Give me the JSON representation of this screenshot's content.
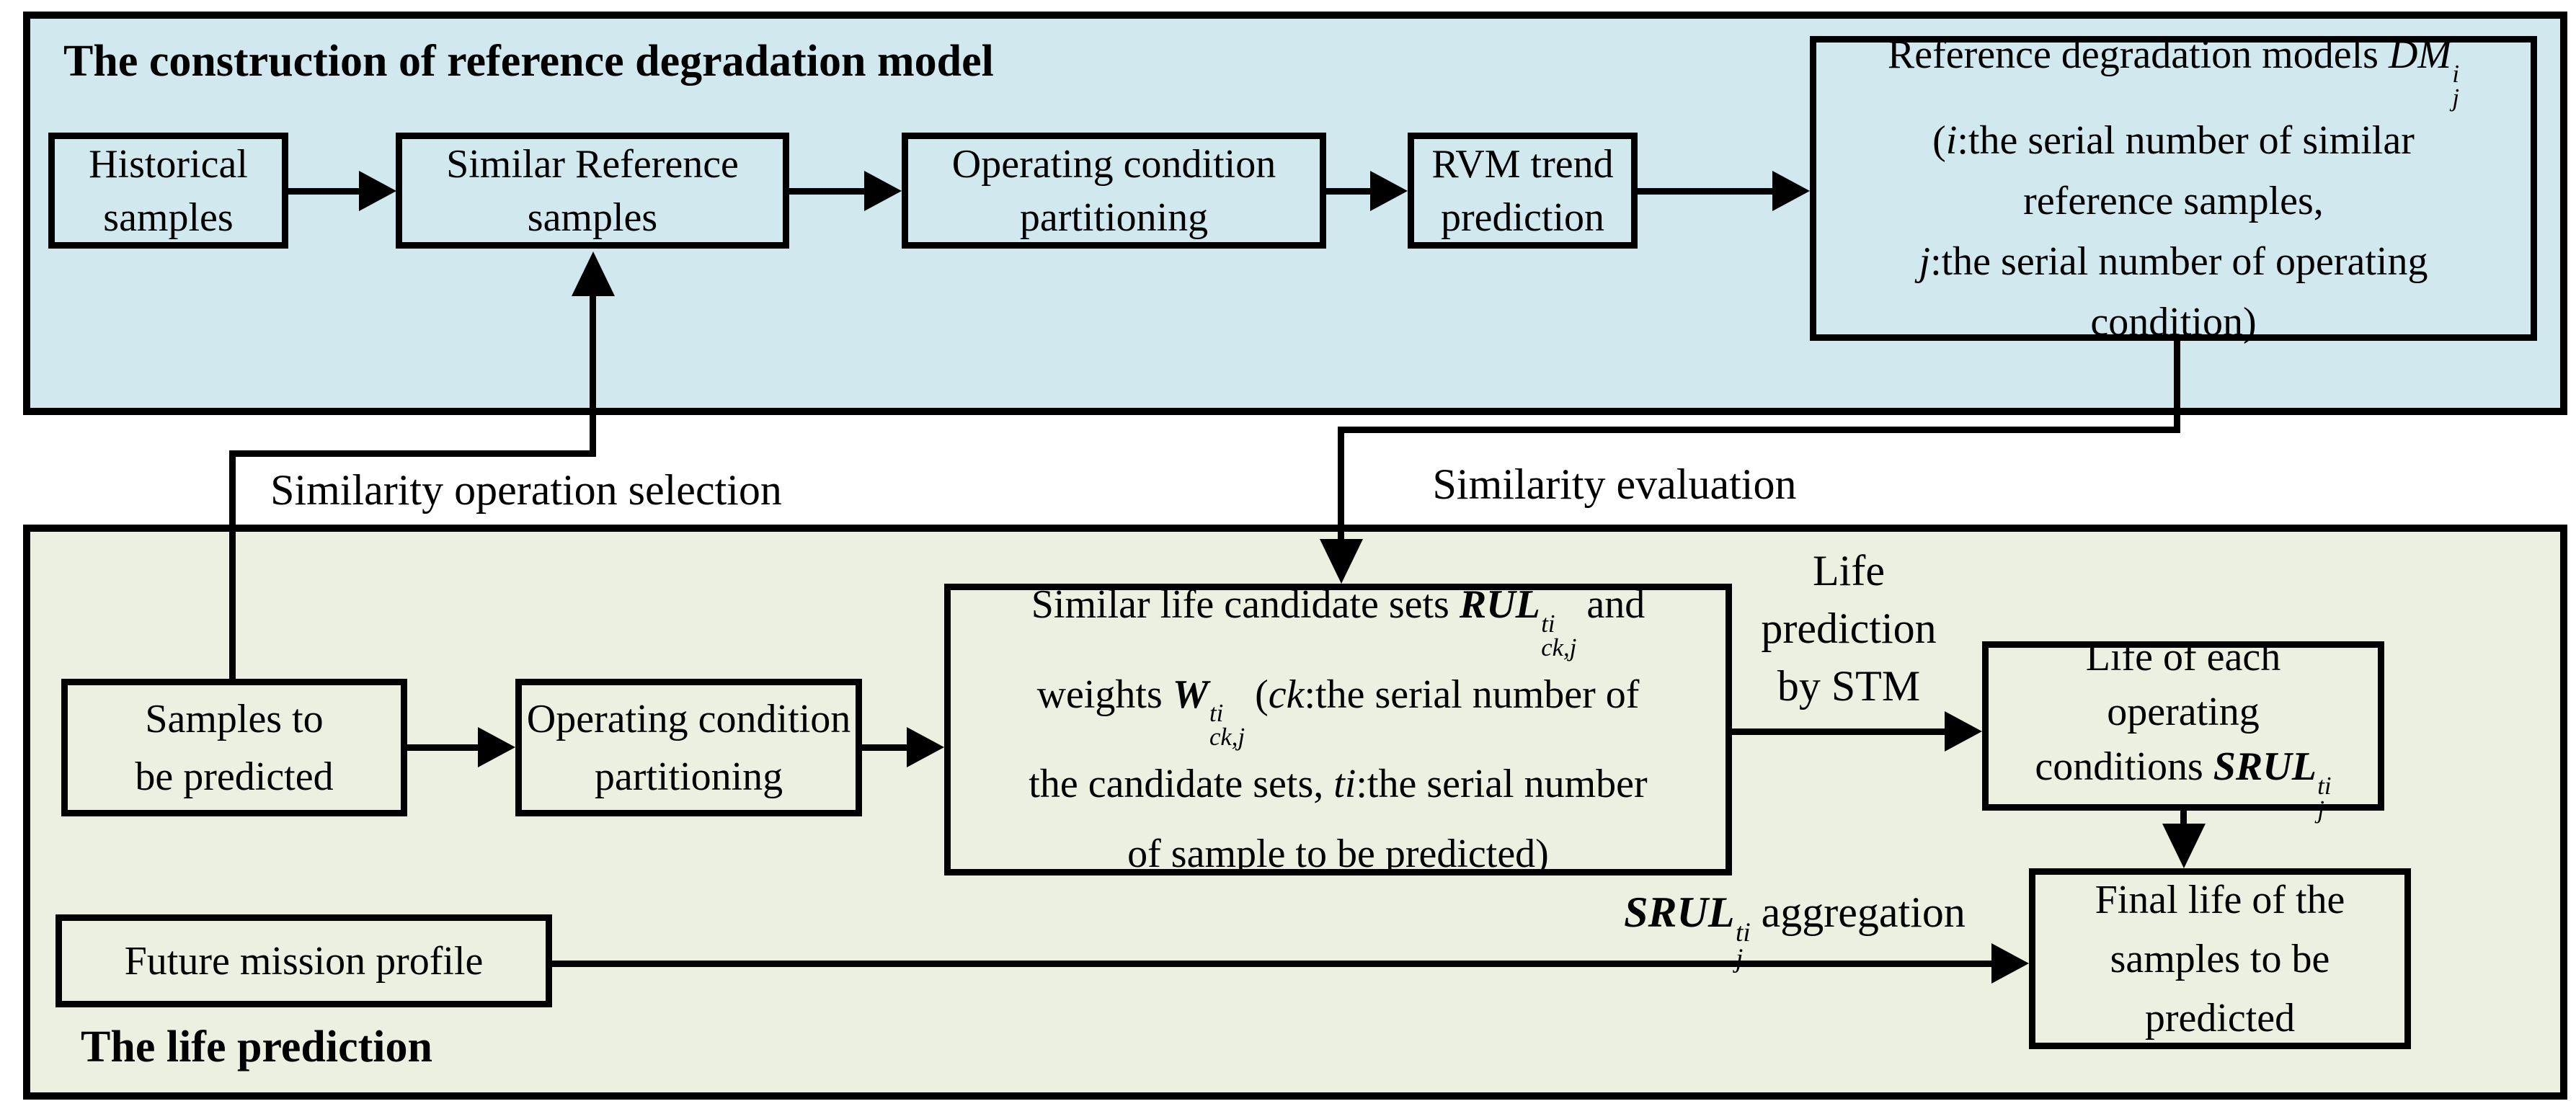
{
  "colors": {
    "section_top_fill": "#d2e8ef",
    "section_bottom_fill": "#ecf0e0",
    "line": "#000000",
    "background": "#ffffff"
  },
  "top_section": {
    "title": "The construction of reference degradation model",
    "boxes": {
      "historical": {
        "lines": [
          "Historical",
          "samples"
        ]
      },
      "similar_reference": {
        "lines": [
          "Similar Reference",
          "samples"
        ]
      },
      "operating": {
        "lines": [
          "Operating condition",
          "partitioning"
        ]
      },
      "rvm": {
        "lines": [
          "RVM trend",
          "prediction"
        ]
      },
      "reference_models": {
        "lines": [
          [
            {
              "t": "Reference degradation models "
            },
            {
              "m": {
                "base": "DM",
                "sup": "i",
                "sub": "j",
                "style": "italic"
              }
            }
          ],
          [
            {
              "t": "("
            },
            {
              "t": "i",
              "i": true
            },
            {
              "t": ":the serial number of similar"
            }
          ],
          [
            {
              "t": "reference samples,"
            }
          ],
          [
            {
              "t": "j",
              "i": true
            },
            {
              "t": ":the serial number of operating"
            }
          ],
          [
            {
              "t": "condition)"
            }
          ]
        ]
      }
    }
  },
  "labels": {
    "similarity_operation": "Similarity operation selection",
    "similarity_evaluation": "Similarity evaluation",
    "life_prediction_stm": {
      "lines": [
        "Life",
        "prediction",
        "by STM"
      ]
    },
    "srul_aggregation": {
      "lines": [
        [
          {
            "m": {
              "base": "SRUL",
              "sup": "ti",
              "sub": "j",
              "style": "bold-italic"
            }
          },
          {
            "t": " aggregation"
          }
        ]
      ]
    }
  },
  "bottom_section": {
    "title": "The life prediction",
    "boxes": {
      "samples": {
        "lines": [
          "Samples to",
          "be predicted"
        ]
      },
      "operating": {
        "lines": [
          "Operating condition",
          "partitioning"
        ]
      },
      "candidate_sets": {
        "lines": [
          [
            {
              "t": "Similar life candidate sets "
            },
            {
              "m": {
                "base": "RUL",
                "sup": "ti",
                "sub": "ck,j",
                "style": "bold-italic"
              }
            },
            {
              "t": " and"
            }
          ],
          [
            {
              "t": "weights "
            },
            {
              "m": {
                "base": "W",
                "sup": "ti",
                "sub": "ck,j",
                "style": "bold-italic"
              }
            },
            {
              "t": " ("
            },
            {
              "t": "ck",
              "i": true
            },
            {
              "t": ":the serial number of"
            }
          ],
          [
            {
              "t": "the candidate sets, "
            },
            {
              "t": "ti",
              "i": true
            },
            {
              "t": ":the serial number"
            }
          ],
          [
            {
              "t": "of sample to be predicted)"
            }
          ]
        ]
      },
      "life_each": {
        "lines": [
          "Life of each",
          "operating",
          [
            {
              "t": "conditions "
            },
            {
              "m": {
                "base": "SRUL",
                "sup": "ti",
                "sub": "j",
                "style": "bold-italic"
              }
            }
          ]
        ]
      },
      "final_life": {
        "lines": [
          "Final life of the",
          "samples to be",
          "predicted"
        ]
      },
      "future_mission": {
        "lines": [
          "Future mission profile"
        ]
      }
    }
  }
}
